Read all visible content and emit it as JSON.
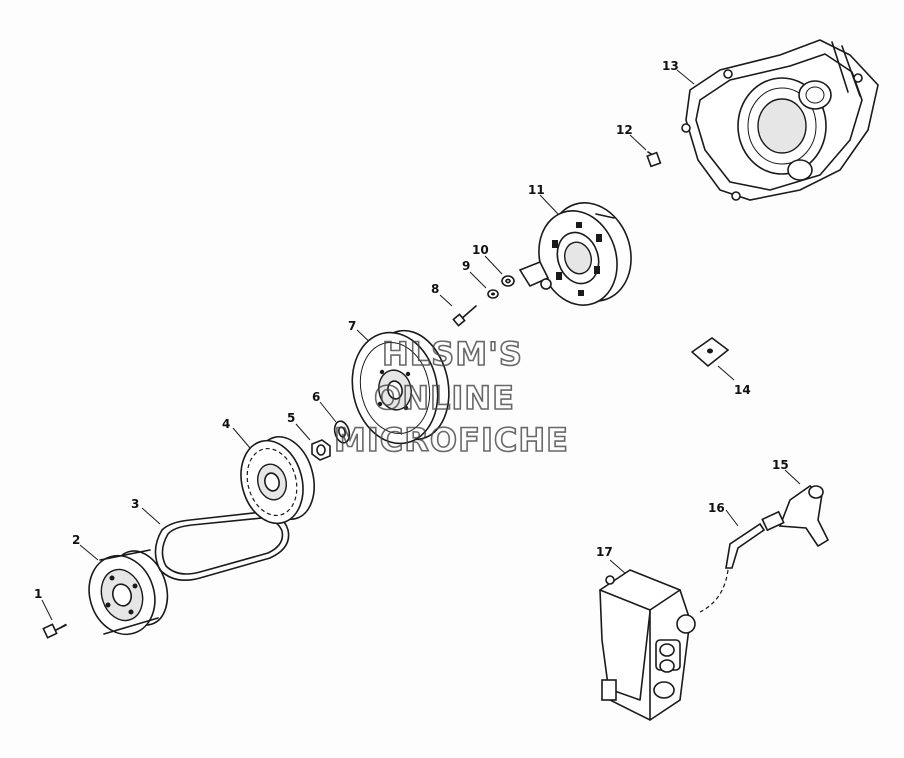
{
  "callouts": [
    {
      "id": "1",
      "label": "1"
    },
    {
      "id": "2",
      "label": "2"
    },
    {
      "id": "3",
      "label": "3"
    },
    {
      "id": "4",
      "label": "4"
    },
    {
      "id": "5",
      "label": "5"
    },
    {
      "id": "6",
      "label": "6"
    },
    {
      "id": "7",
      "label": "7"
    },
    {
      "id": "8",
      "label": "8"
    },
    {
      "id": "9",
      "label": "9"
    },
    {
      "id": "10",
      "label": "10"
    },
    {
      "id": "11",
      "label": "11"
    },
    {
      "id": "12",
      "label": "12"
    },
    {
      "id": "13",
      "label": "13"
    },
    {
      "id": "14",
      "label": "14"
    },
    {
      "id": "15",
      "label": "15"
    },
    {
      "id": "16",
      "label": "16"
    },
    {
      "id": "17",
      "label": "17"
    }
  ],
  "watermark": {
    "line1": "HLSM'S",
    "line2": "ONLINE",
    "line3": "MICROFICHE"
  }
}
